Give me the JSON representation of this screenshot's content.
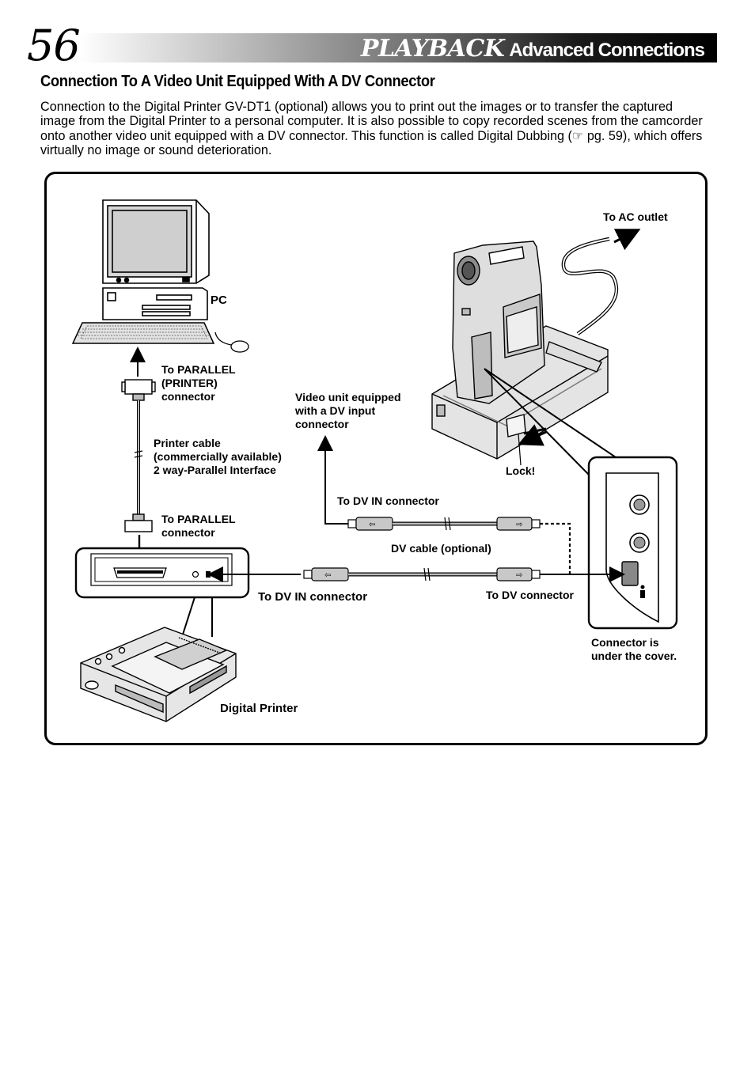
{
  "header": {
    "page_number": "56",
    "section_main": "PLAYBACK",
    "section_sub": "Advanced Connections"
  },
  "section_title": "Connection To A Video Unit Equipped With A DV Connector",
  "intro": {
    "text_before_icon": "Connection to the Digital Printer GV-DT1 (optional) allows you to print out the images or to transfer the captured image from the Digital Printer to a personal computer. It is also possible to copy recorded scenes from the camcorder onto another video unit equipped with a DV connector. This function is called Digital Dubbing (",
    "ref_icon": "☞",
    "text_after_icon": " pg. 59), which offers virtually no image or sound deterioration."
  },
  "diagram": {
    "labels": {
      "pc": "PC",
      "to_parallel_printer_1": "To PARALLEL",
      "to_parallel_printer_2": "(PRINTER)",
      "to_parallel_printer_3": "connector",
      "printer_cable_1": "Printer cable",
      "printer_cable_2": "(commercially available)",
      "printer_cable_3": "2 way-Parallel Interface",
      "to_parallel_1": "To PARALLEL",
      "to_parallel_2": "connector",
      "digital_printer": "Digital Printer",
      "video_unit_1": "Video unit equipped",
      "video_unit_2": "with a DV input",
      "video_unit_3": "connector",
      "to_dv_in_top": "To DV IN connector",
      "dv_cable": "DV cable (optional)",
      "to_dv_in_bottom": "To DV IN connector",
      "to_dv_connector": "To DV connector",
      "to_ac_outlet": "To AC outlet",
      "lock": "Lock!",
      "connector_cover_1": "Connector is",
      "connector_cover_2": "under the cover."
    },
    "icons": [
      "pc-monitor-icon",
      "keyboard-icon",
      "mouse-icon",
      "digital-printer-icon",
      "camcorder-icon",
      "docking-station-icon",
      "dv-plug-icon",
      "parallel-plug-icon",
      "arrow-icon"
    ]
  }
}
